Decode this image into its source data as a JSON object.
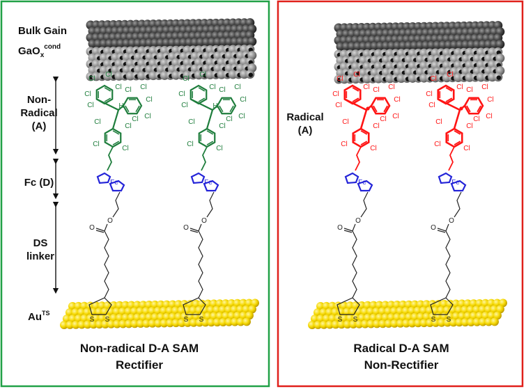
{
  "frame_colors": {
    "left": "#21a147",
    "right": "#e0201b"
  },
  "molecule_colors": {
    "non_radical": "#1e7d3c",
    "radical": "#ff1414",
    "ferrocene": "#2424d8",
    "chain": "#222222"
  },
  "electrode_colors": {
    "gallium_dark": "#3a3a3a",
    "gallium_light": "#8a8a8a",
    "gold": "#f5d800"
  },
  "labels": {
    "bulk_gain": "Bulk Gain",
    "gaox_main": "GaO",
    "gaox_sub": "x",
    "gaox_sup": "cond",
    "nonradical_line1": "Non-",
    "nonradical_line2": "Radical",
    "nonradical_line3": "(A)",
    "fc": "Fc (D)",
    "ds_line1": "DS",
    "ds_line2": "linker",
    "au_main": "Au",
    "au_sup": "TS",
    "radical_line1": "Radical",
    "radical_line2": "(A)"
  },
  "atoms": {
    "cl": "Cl",
    "h": "H",
    "fe": "Fe",
    "s": "S",
    "o": "O"
  },
  "captions": {
    "left_line1": "Non-radical D-A SAM",
    "left_line2": "Rectifier",
    "right_line1": "Radical D-A SAM",
    "right_line2": "Non-Rectifier"
  }
}
